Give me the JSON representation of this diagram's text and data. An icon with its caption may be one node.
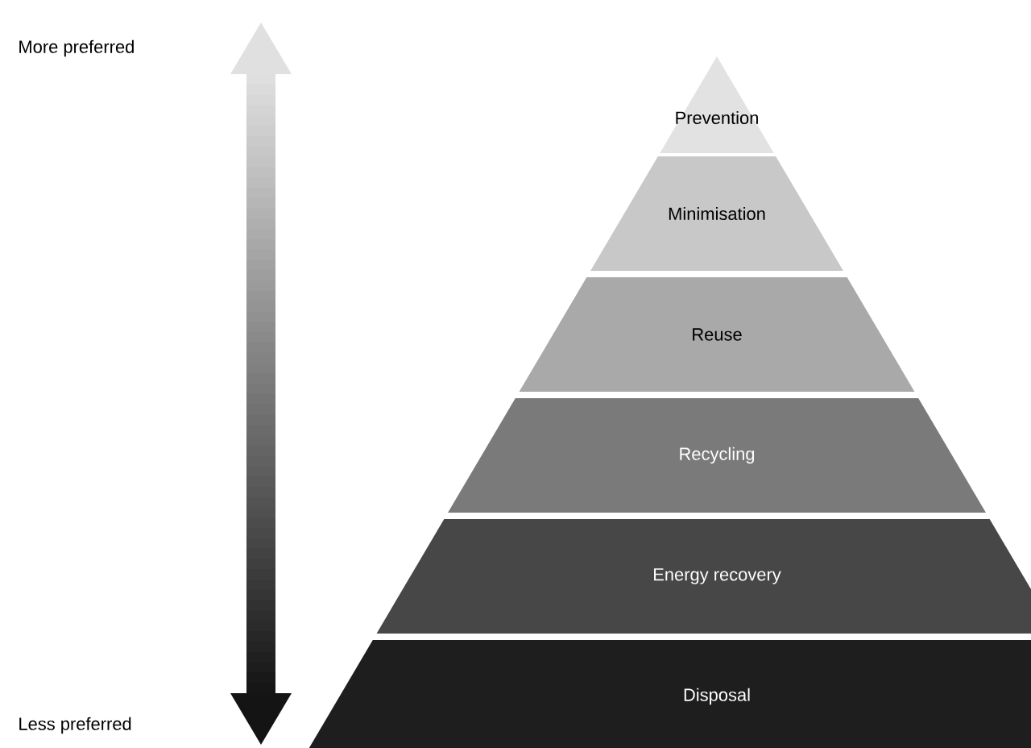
{
  "diagram": {
    "nodes": [
      {
        "text": [
          "Prevention"
        ]
      },
      {
        "text": [
          "Minimisation"
        ]
      },
      {
        "text": [
          "Reuse"
        ]
      },
      {
        "text": [
          "Recycling"
        ]
      },
      {
        "text": [
          "Energy recovery"
        ]
      },
      {
        "text": [
          "Disposal"
        ]
      }
    ],
    "labels": [
      "More preferred",
      "Less preferred"
    ]
  }
}
